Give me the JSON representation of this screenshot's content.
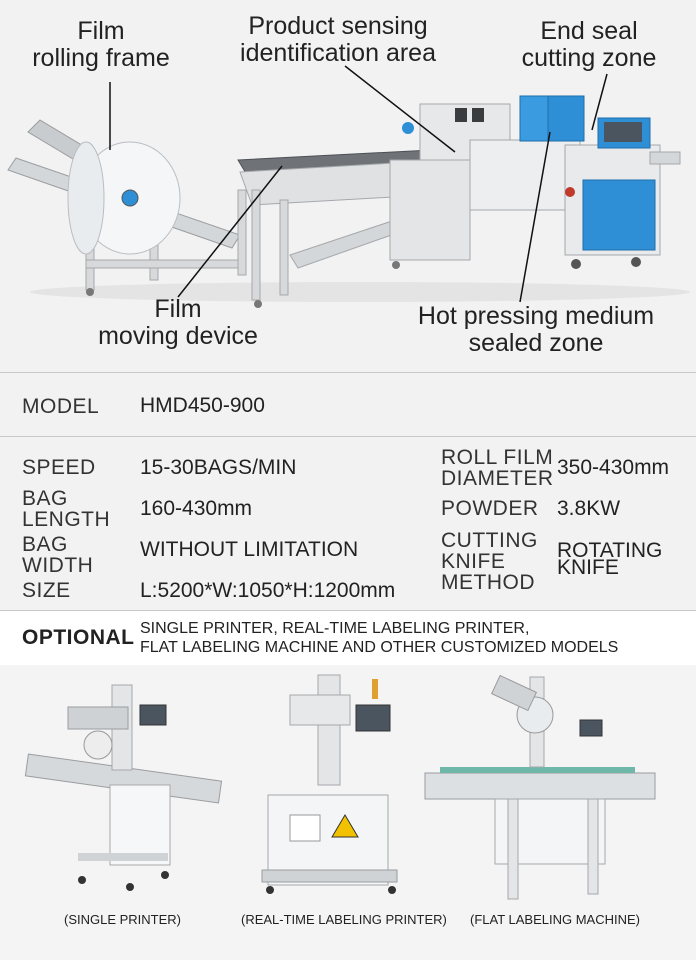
{
  "callouts": {
    "film_rolling_frame": [
      "Film",
      "rolling frame"
    ],
    "product_sensing": [
      "Product sensing",
      "identification area"
    ],
    "end_seal": [
      "End seal",
      "cutting zone"
    ],
    "film_moving": [
      "Film",
      "moving device"
    ],
    "hot_pressing": [
      "Hot pressing medium",
      "sealed zone"
    ]
  },
  "model": {
    "label": "MODEL",
    "value": "HMD450-900"
  },
  "specs_left": [
    {
      "label": [
        "SPEED"
      ],
      "value": "15-30BAGS/MIN"
    },
    {
      "label": [
        "BAG",
        "LENGTH"
      ],
      "value": "160-430mm"
    },
    {
      "label": [
        "BAG",
        "WIDTH"
      ],
      "value": "WITHOUT LIMITATION"
    },
    {
      "label": [
        "SIZE"
      ],
      "value": "L:5200*W:1050*H:1200mm"
    }
  ],
  "specs_right": [
    {
      "label": [
        "ROLL FILM",
        "DIAMETER"
      ],
      "value": [
        "350-430mm"
      ]
    },
    {
      "label": [
        "POWDER"
      ],
      "value": [
        "3.8KW"
      ]
    },
    {
      "label": [
        "CUTTING",
        "KNIFE",
        "METHOD"
      ],
      "value": [
        "ROTATING",
        "KNIFE"
      ]
    }
  ],
  "optional": {
    "label": "OPTIONAL",
    "lines": [
      "SINGLE PRINTER, REAL-TIME LABELING PRINTER,",
      "FLAT LABELING MACHINE AND OTHER CUSTOMIZED MODELS"
    ]
  },
  "captions": [
    "(SINGLE PRINTER)",
    "(REAL-TIME LABELING PRINTER)",
    "(FLAT LABELING MACHINE)"
  ],
  "colors": {
    "machine_blue": "#2e8fd6",
    "steel": "#d9dcdf",
    "panel": "#f2f2f2"
  }
}
